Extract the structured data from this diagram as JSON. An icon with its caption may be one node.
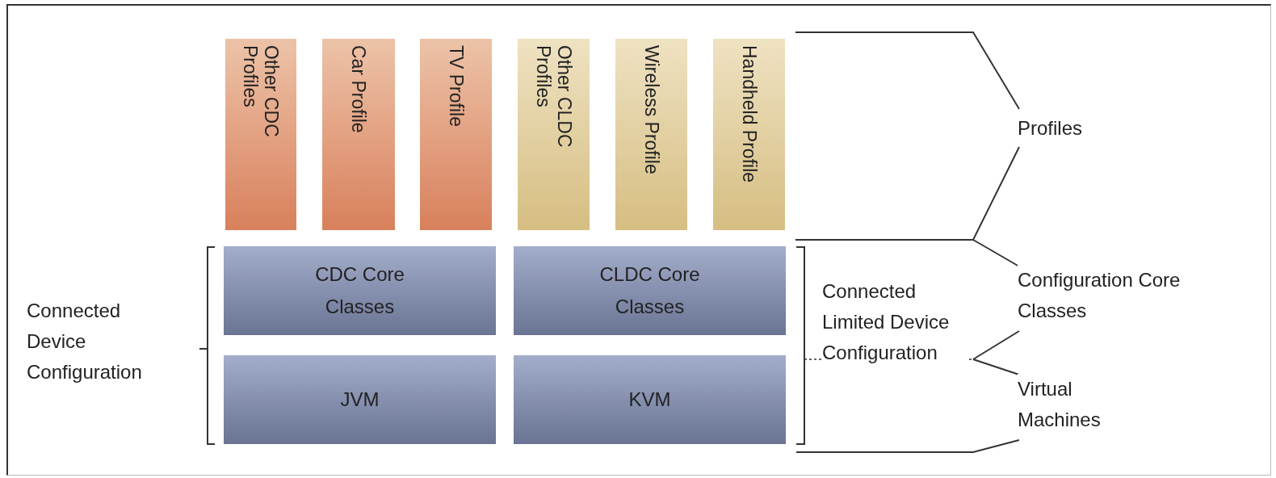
{
  "diagram": {
    "nodes": [
      {
        "text": [
          "Other CDC Profiles"
        ]
      },
      {
        "text": [
          "Car Profile"
        ]
      },
      {
        "text": [
          "TV Profile"
        ]
      },
      {
        "text": [
          "Other CLDC Profiles"
        ]
      },
      {
        "text": [
          "Wireless Profile"
        ]
      },
      {
        "text": [
          "Handheld Profile"
        ]
      },
      {
        "text": [
          "CDC Core Classes"
        ]
      },
      {
        "text": [
          "CLDC Core Classes"
        ]
      },
      {
        "text": [
          "JVM"
        ]
      },
      {
        "text": [
          "KVM"
        ]
      }
    ],
    "edges": [],
    "labels": [
      "Connected Device Configuration",
      "Connected Limited Device Configuration",
      "Profiles",
      "Configuration Core Classes",
      "Virtual Machines"
    ]
  }
}
